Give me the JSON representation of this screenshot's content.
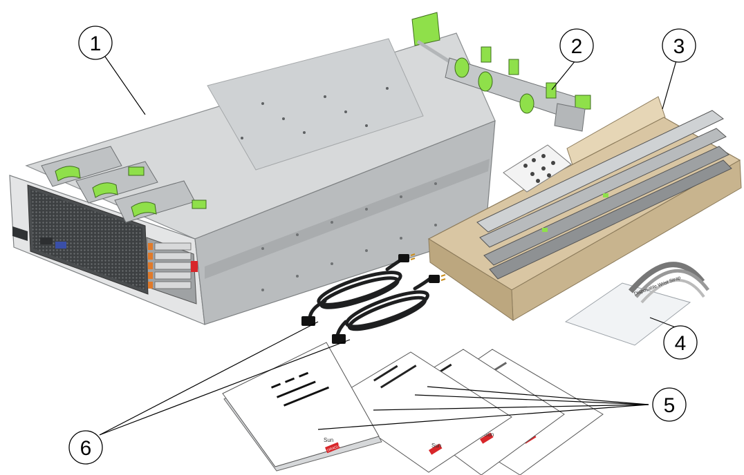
{
  "callouts": [
    {
      "id": "1",
      "label": "1"
    },
    {
      "id": "2",
      "label": "2"
    },
    {
      "id": "3",
      "label": "3"
    },
    {
      "id": "4",
      "label": "4"
    },
    {
      "id": "5",
      "label": "5"
    },
    {
      "id": "6",
      "label": "6"
    }
  ],
  "strap_text": "Disposable Wrist Strap",
  "doc_brand": {
    "sun": "Sun",
    "oracle": "ORACLE"
  },
  "colors": {
    "accent_green": "#8fe04a",
    "chassis": "#c9ccce",
    "drive_orange": "#e07a2a",
    "box_cardboard": "#d9c6a3",
    "oracle_red": "#d8262a"
  }
}
